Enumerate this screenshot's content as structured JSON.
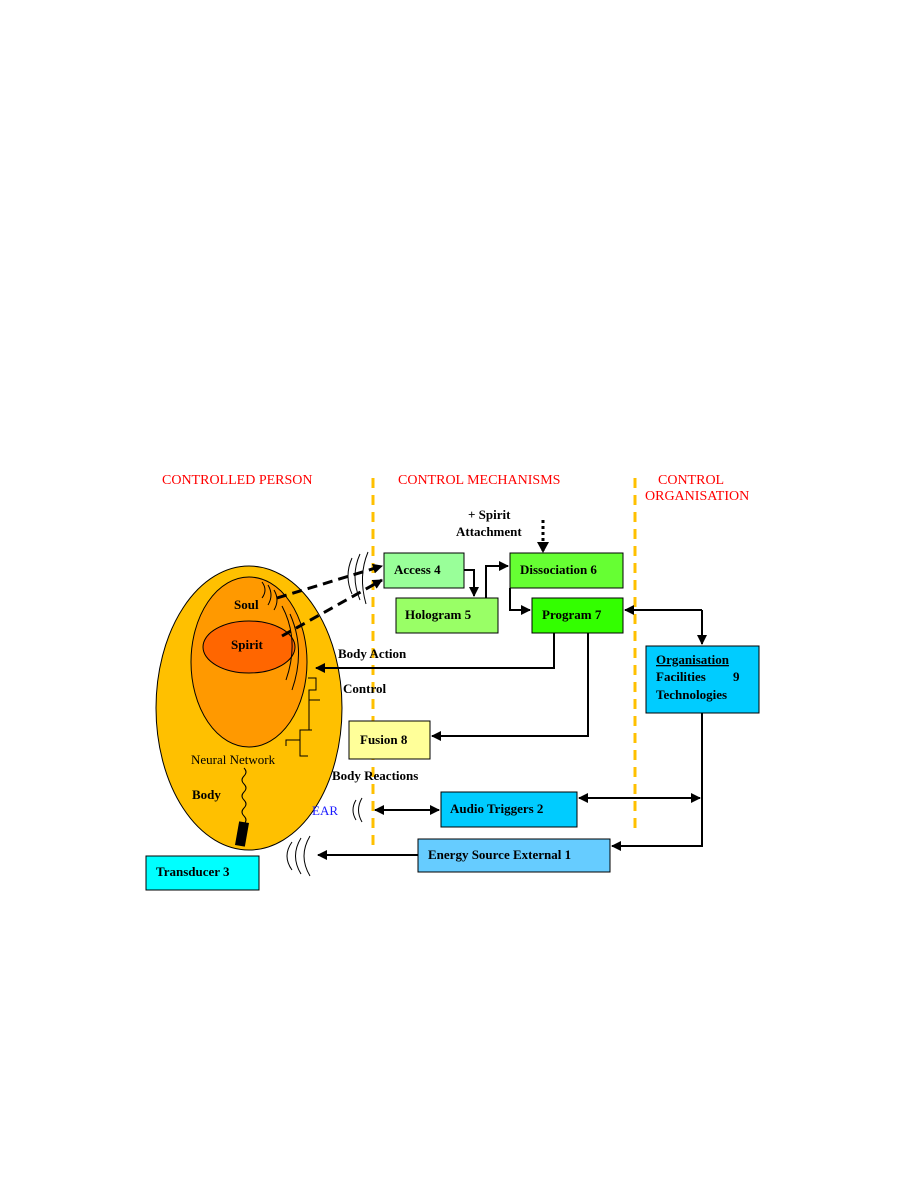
{
  "headings": {
    "controlled_person": "CONTROLLED PERSON",
    "control_mechanisms": "CONTROL MECHANISMS",
    "control_organisation_line1": "CONTROL",
    "control_organisation_line2": "ORGANISATION"
  },
  "spirit_attachment": {
    "line1": "+ Spirit",
    "line2": "Attachment"
  },
  "boxes": {
    "access": "Access 4",
    "hologram": "Hologram 5",
    "dissociation": "Dissociation 6",
    "program": "Program 7",
    "fusion": "Fusion 8",
    "audio_triggers": "Audio Triggers 2",
    "energy_source": "Energy Source External 1",
    "transducer": "Transducer 3",
    "organisation": {
      "line1": "Organisation",
      "line2_left": "Facilities",
      "line2_right": "9",
      "line3": "Technologies"
    }
  },
  "person": {
    "soul": "Soul",
    "spirit": "Spirit",
    "neural_network": "Neural Network",
    "body": "Body"
  },
  "labels": {
    "body_action": "Body Action",
    "control": "Control",
    "body_reactions": "Body Reactions",
    "ear": "EAR"
  },
  "colors": {
    "heading_red": "#ff0000",
    "divider_yellow": "#ffc000",
    "body_yellow": "#ffc000",
    "soul_orange": "#ff9900",
    "spirit_orange": "#ff6600",
    "access_green": "#99ff99",
    "dissociation_green": "#66ff33",
    "program_green": "#33ff00",
    "fusion_yellow": "#ffff99",
    "audio_cyan": "#00ccff",
    "energy_blue": "#66ccff",
    "transducer_cyan": "#00ffff",
    "organisation_blue": "#00ccff",
    "ear_blue": "#1a1aff"
  }
}
